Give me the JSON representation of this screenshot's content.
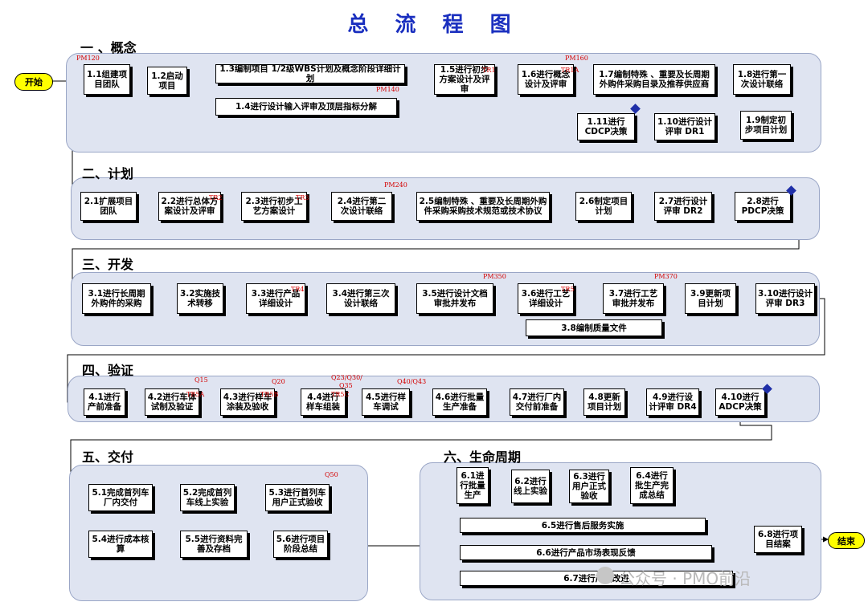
{
  "title": "总 流 程 图",
  "terminals": {
    "start": "开始",
    "end": "结束"
  },
  "sections": [
    {
      "id": "s1",
      "heading": "一 、概念"
    },
    {
      "id": "s2",
      "heading": "二、计划"
    },
    {
      "id": "s3",
      "heading": "三、开发"
    },
    {
      "id": "s4",
      "heading": "四、验证"
    },
    {
      "id": "s5",
      "heading": "五、交付"
    },
    {
      "id": "s6",
      "heading": "六、生命周期"
    }
  ],
  "steps": {
    "1.1": "1.1组建项目团队",
    "1.2": "1.2启动项目",
    "1.3": "1.3编制项目 1/2级WBS计划及概念阶段详细计划",
    "1.4": "1.4进行设计输入评审及顶层指标分解",
    "1.5": "1.5进行初步方案设计及评审",
    "1.6": "1.6进行概念设计及评审",
    "1.7": "1.7编制特殊 、重要及长周期外购件采购目录及推荐供应商",
    "1.8": "1.8进行第一次设计联络",
    "1.9": "1.9制定初步项目计划",
    "1.10": "1.10进行设计评审 DR1",
    "1.11": "1.11进行CDCP决策",
    "2.1": "2.1扩展项目团队",
    "2.2": "2.2进行总体方案设计及评审",
    "2.3": "2.3进行初步工艺方案设计",
    "2.4": "2.4进行第二次设计联络",
    "2.5": "2.5编制特殊 、重要及长周期外购件采购采购技术规范或技术协议",
    "2.6": "2.6制定项目计划",
    "2.7": "2.7进行设计评审 DR2",
    "2.8": "2.8进行PDCP决策",
    "3.1": "3.1进行长周期外购件的采购",
    "3.2": "3.2实施技术转移",
    "3.3": "3.3进行产品详细设计",
    "3.4": "3.4进行第三次设计联络",
    "3.5": "3.5进行设计文档审批并发布",
    "3.6": "3.6进行工艺详细设计",
    "3.7": "3.7进行工艺审批并发布",
    "3.8": "3.8编制质量文件",
    "3.9": "3.9更新项目计划",
    "3.10": "3.10进行设计评审 DR3",
    "4.1": "4.1进行产前准备",
    "4.2": "4.2进行车体试制及验证",
    "4.3": "4.3进行样车涂装及验收",
    "4.4": "4.4进行样车组装",
    "4.5": "4.5进行样车调试",
    "4.6": "4.6进行批量生产准备",
    "4.7": "4.7进行厂内交付前准备",
    "4.8": "4.8更新项目计划",
    "4.9": "4.9进行设计评审 DR4",
    "4.10": "4.10进行ADCP决策",
    "5.1": "5.1完成首列车厂内交付",
    "5.2": "5.2完成首列车线上实验",
    "5.3": "5.3进行首列车用户正式验收",
    "5.4": "5.4进行成本核算",
    "5.5": "5.5进行资料完善及存档",
    "5.6": "5.6进行项目阶段总结",
    "6.1": "6.1进行批量生产",
    "6.2": "6.2进行线上实验",
    "6.3": "6.3进行用户正式验收",
    "6.4": "6.4进行批生产完成总结",
    "6.5": "6.5进行售后服务实施",
    "6.6": "6.6进行产品市场表现反馈",
    "6.7": "6.7进行产品改进",
    "6.8": "6.8进行项目结案"
  },
  "tags": {
    "pm120": "PM120",
    "pm140": "PM140",
    "tr1": "TR1",
    "tr1a": "TR1A",
    "pm160": "PM160",
    "tr2": "TR2",
    "tr3": "TR3",
    "pm240": "PM240",
    "tr4": "TR4",
    "pm350": "PM350",
    "tr5": "TR5",
    "pm370": "PM370",
    "q15": "Q15",
    "tr5a": "TR5A",
    "q20": "Q20",
    "tr5b": "TR5B",
    "q23": "Q23/Q30/",
    "q35": "Q35",
    "tr5c": "TR5C",
    "q40": "Q40/Q43",
    "q50": "Q50"
  },
  "watermark": "公众号 · PMO前沿",
  "colors": {
    "title": "#1a2fbf",
    "panel": "#dfe4f1",
    "tag": "#d40000",
    "diamond": "#1f2fa8",
    "terminal": "#ffff00"
  }
}
